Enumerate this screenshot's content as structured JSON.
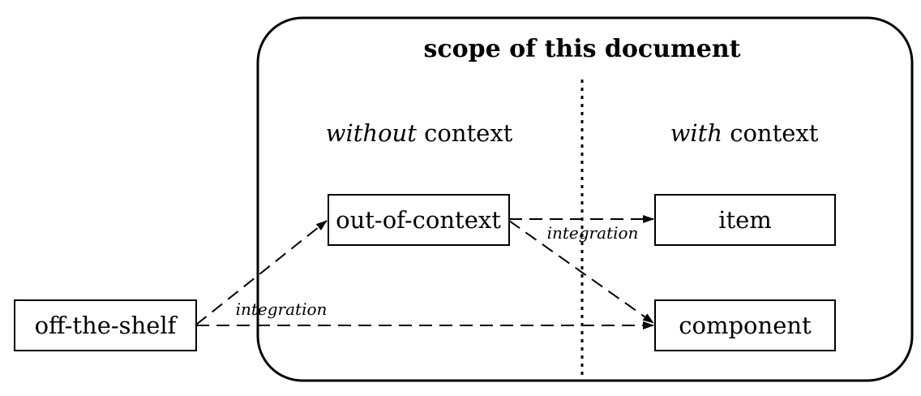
{
  "scope": {
    "title": "scope of this document"
  },
  "columns": {
    "without": {
      "emph": "without",
      "rest": " context"
    },
    "with": {
      "emph": "with",
      "rest": " context"
    }
  },
  "nodes": {
    "off_the_shelf": "off-the-shelf",
    "out_of_context": "out-of-context",
    "item": "item",
    "component": "component"
  },
  "edges": {
    "integration_lower": "integration",
    "integration_upper": "integration"
  }
}
